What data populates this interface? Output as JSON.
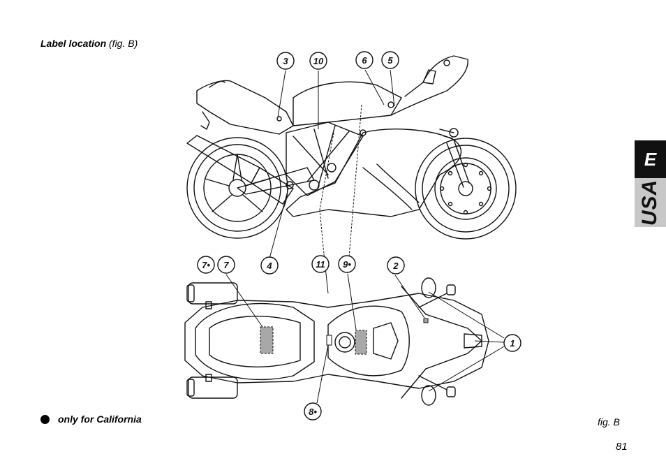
{
  "heading": {
    "title": "Label location",
    "figref": "(fig. B)"
  },
  "side_tab": {
    "letter": "E",
    "region": "USA"
  },
  "callouts": {
    "c3": "3",
    "c10": "10",
    "c6": "6",
    "c5": "5",
    "c7dot": "7•",
    "c7": "7",
    "c4": "4",
    "c11": "11",
    "c9dot": "9•",
    "c2": "2",
    "c1": "1",
    "c8dot": "8•"
  },
  "footnote": {
    "text": "only for California"
  },
  "figure_caption": "fig. B",
  "page_number": "81"
}
